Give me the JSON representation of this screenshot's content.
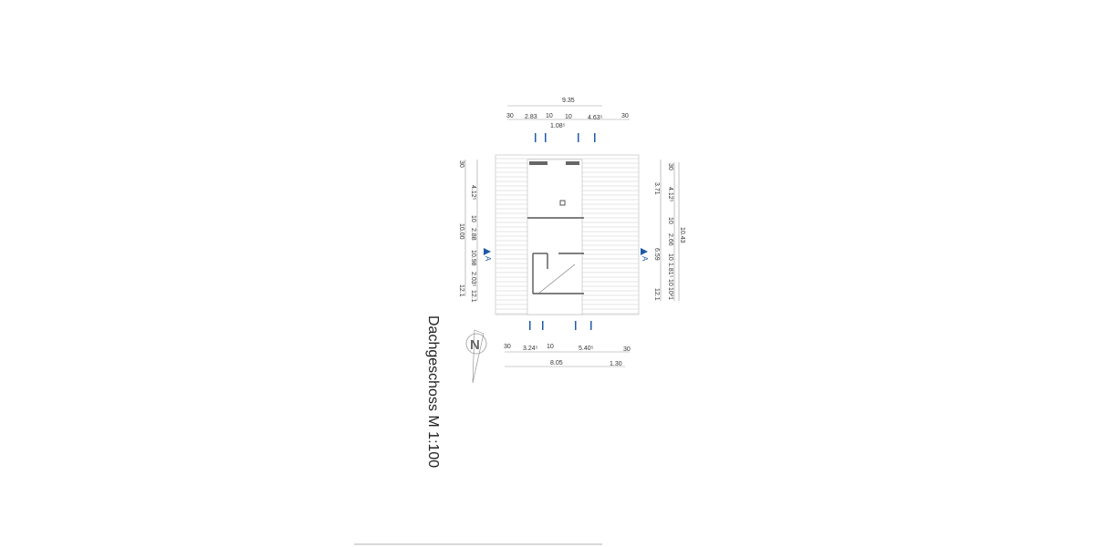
{
  "title": "Dachgeschoss M 1:100",
  "north_label": "N",
  "section_label": "A",
  "colors": {
    "section_marker": "#1f5aa8",
    "walls": "#555555",
    "roof_lines": "#cccccc"
  },
  "dims_top": {
    "total": "9.35",
    "row": [
      "30",
      "2.83",
      "10",
      "10",
      "4.63⁵",
      "30"
    ],
    "sub": "1.08⁵"
  },
  "dims_bottom": {
    "row": [
      "30",
      "3.24⁵",
      "10",
      "5.40⁵",
      "30"
    ],
    "totals": [
      "8.05",
      "1.30"
    ]
  },
  "dims_left": {
    "outer": [
      "30",
      "10.00",
      "12.1"
    ],
    "inner": [
      "4.12⁵",
      "10",
      "2.88",
      "10.98",
      "2.03⁵",
      "12.1"
    ]
  },
  "dims_right": {
    "inner": [
      "3.71",
      "6.59",
      "12.1"
    ],
    "mid": [
      "30",
      "4.12⁵",
      "10",
      "2.66",
      "10",
      "1.81⁵",
      "10",
      "10²1"
    ],
    "total": "10.43"
  }
}
